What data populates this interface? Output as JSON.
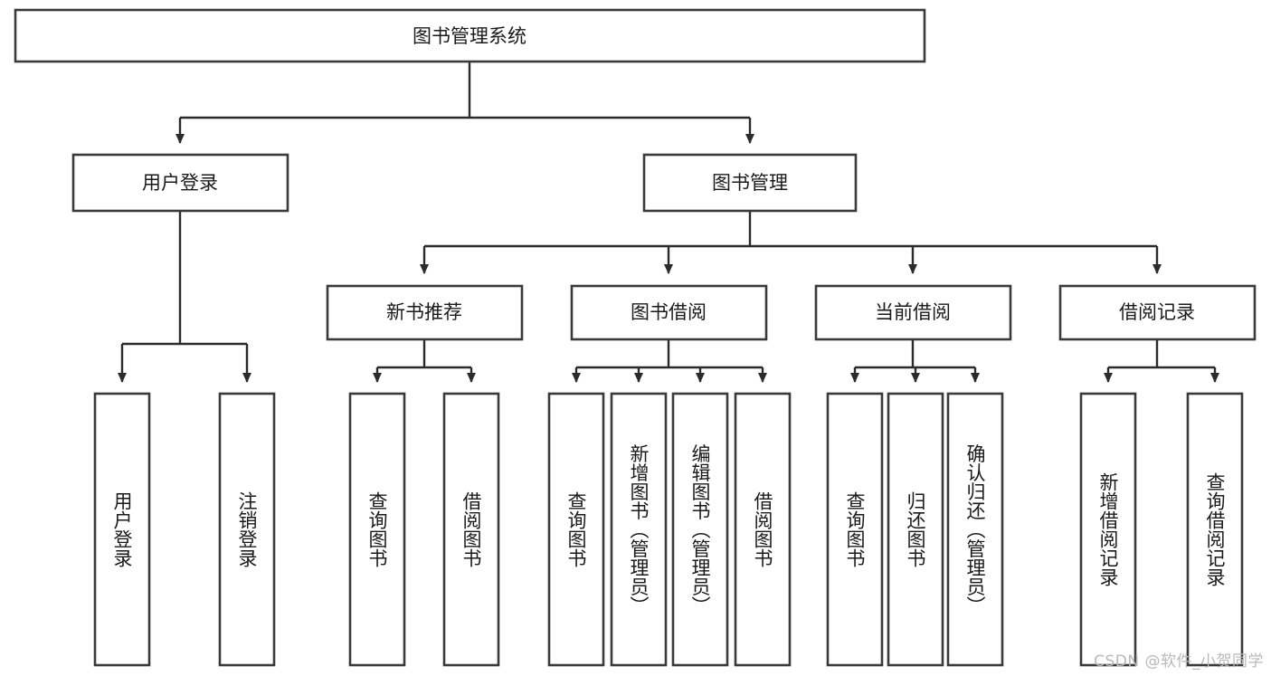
{
  "diagram": {
    "type": "tree-hierarchy",
    "title": "图书管理系统",
    "watermark": "CSDN @软件_小贺同学",
    "colors": {
      "box_stroke": "#3a3a3a",
      "connector": "#2b2b2b",
      "background": "#ffffff",
      "text": "#1a1a1a",
      "watermark": "#b9b9b9"
    },
    "root": {
      "label": "图书管理系统"
    },
    "level2": [
      {
        "label": "用户登录"
      },
      {
        "label": "图书管理"
      }
    ],
    "level3": [
      {
        "label": "新书推荐"
      },
      {
        "label": "图书借阅"
      },
      {
        "label": "当前借阅"
      },
      {
        "label": "借阅记录"
      }
    ],
    "leaves": {
      "user_login": [
        {
          "label": "用户登录"
        },
        {
          "label": "注销登录"
        }
      ],
      "new_book_recommend": [
        {
          "label": "查询图书"
        },
        {
          "label": "借阅图书"
        }
      ],
      "book_borrow": [
        {
          "label": "查询图书"
        },
        {
          "label": "新增图书（管理员）"
        },
        {
          "label": "编辑图书（管理员）"
        },
        {
          "label": "借阅图书"
        }
      ],
      "current_borrow": [
        {
          "label": "查询图书"
        },
        {
          "label": "归还图书"
        },
        {
          "label": "确认归还（管理员）"
        }
      ],
      "borrow_record": [
        {
          "label": "新增借阅记录"
        },
        {
          "label": "查询借阅记录"
        }
      ]
    }
  }
}
